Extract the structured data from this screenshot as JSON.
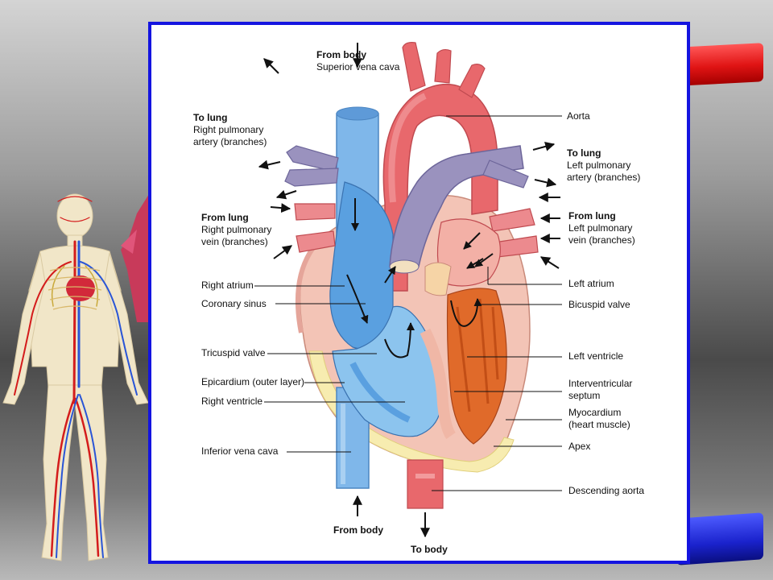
{
  "labels": {
    "from_body_top": {
      "heading": "From body",
      "line1": "Superior vena cava"
    },
    "to_lung_right": {
      "heading": "To lung",
      "line1": "Right pulmonary",
      "line2": "artery (branches)"
    },
    "from_lung_right": {
      "heading": "From lung",
      "line1": "Right pulmonary",
      "line2": "vein (branches)"
    },
    "aorta": "Aorta",
    "to_lung_left": {
      "heading": "To lung",
      "line1": "Left pulmonary",
      "line2": "artery (branches)"
    },
    "from_lung_left": {
      "heading": "From lung",
      "line1": "Left pulmonary",
      "line2": "vein (branches)"
    },
    "right_atrium": "Right atrium",
    "coronary_sinus": "Coronary sinus",
    "tricuspid_valve": "Tricuspid valve",
    "epicardium": "Epicardium (outer layer)",
    "right_ventricle": "Right ventricle",
    "inferior_vena_cava": "Inferior vena cava",
    "left_atrium": "Left atrium",
    "bicuspid_valve": "Bicuspid valve",
    "left_ventricle": "Left ventricle",
    "interventricular_septum": {
      "line1": "Interventricular",
      "line2": "septum"
    },
    "myocardium": {
      "line1": "Myocardium",
      "line2": "(heart muscle)"
    },
    "apex": "Apex",
    "descending_aorta": "Descending aorta",
    "from_body_bottom": "From body",
    "to_body_bottom": "To body"
  },
  "colors": {
    "frame_border": "#1414e0",
    "aorta": "#e8686c",
    "vena_cava": "#7fb7ea",
    "pulmonary_artery": "#9a92be",
    "myocardium": "#f3c4b6",
    "left_ventricle": "#e06a2a"
  }
}
